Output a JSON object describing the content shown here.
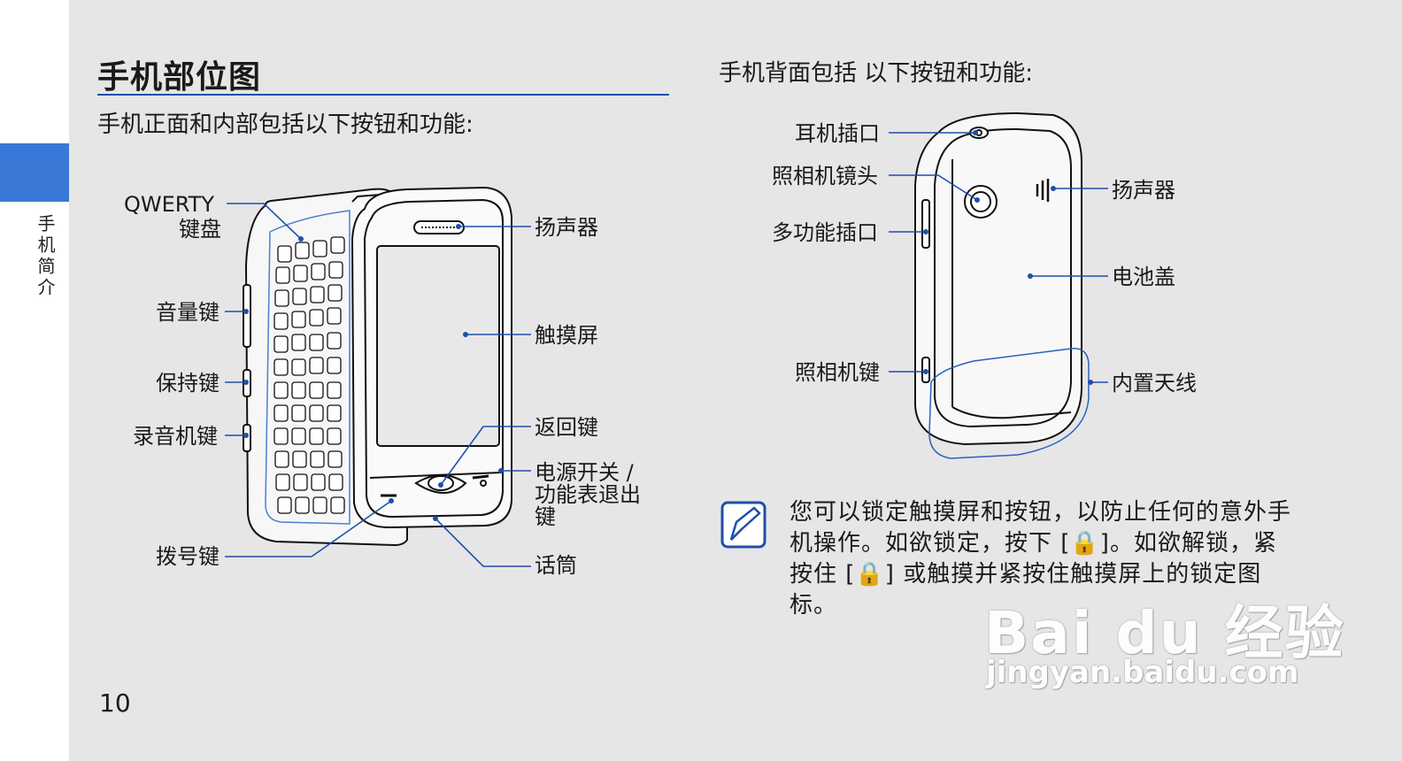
{
  "sidebar": {
    "section_label": "手机简介"
  },
  "header": {
    "title": "手机部位图"
  },
  "front": {
    "intro": "手机正面和内部包括以下按钮和功能:",
    "labels": {
      "qwerty_line1": "QWERTY",
      "qwerty_line2": "键盘",
      "volume": "音量键",
      "hold": "保持键",
      "recorder": "录音机键",
      "dial": "拨号键",
      "speaker": "扬声器",
      "touchscreen": "触摸屏",
      "back": "返回键",
      "power": "电源开关 / 功能表退出键",
      "mic": "话筒"
    }
  },
  "back": {
    "intro": "手机背面包括 以下按钮和功能:",
    "labels": {
      "headset": "耳机插口",
      "camera_lens": "照相机镜头",
      "multifunction": "多功能插口",
      "camera_key": "照相机键",
      "speaker": "扬声器",
      "battery_cover": "电池盖",
      "antenna": "内置天线"
    }
  },
  "note": {
    "icon": "note-pencil-icon",
    "text_before_lock1": "您可以锁定触摸屏和按钮，以防止任何的意外手机操作。如欲锁定，按下 [",
    "lock_glyph": "🔒",
    "text_between": "]。如欲解锁，紧按住 [",
    "text_after_lock2": "] 或触摸并紧按住触摸屏上的锁定图标。"
  },
  "footer": {
    "page_number": "10"
  },
  "watermark": {
    "main": "Bai du 经验",
    "sub": "jingyan.baidu.com"
  },
  "colors": {
    "accent": "#3a78d8",
    "rule": "#1f4fa8",
    "leader": "#1f4fa8",
    "page_bg": "#e6e6e6"
  }
}
